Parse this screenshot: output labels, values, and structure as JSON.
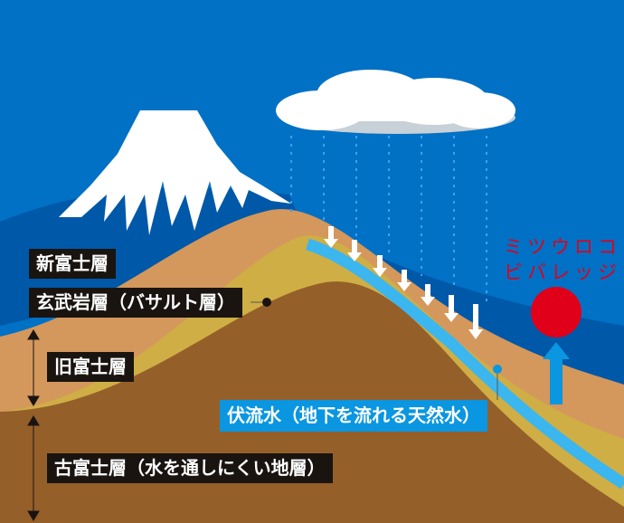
{
  "layers": {
    "shin_fuji": "新富士層",
    "basalt": "玄武岩層（バサルト層）",
    "kyu_fuji": "旧富士層",
    "ko_fuji": "古富士層（水を通しにくい地層）"
  },
  "water_label": "伏流水（地下を流れる天然水）",
  "brand": {
    "line1": "ミツウロコ",
    "line2": "ビバレッジ"
  },
  "colors": {
    "sky": "#0071c5",
    "dark_sky": "#0058a8",
    "tan": "#d4975c",
    "yellow": "#cfae45",
    "brown": "#955f2a",
    "water": "#3bb6ee",
    "brand_red": "#e0001a"
  }
}
